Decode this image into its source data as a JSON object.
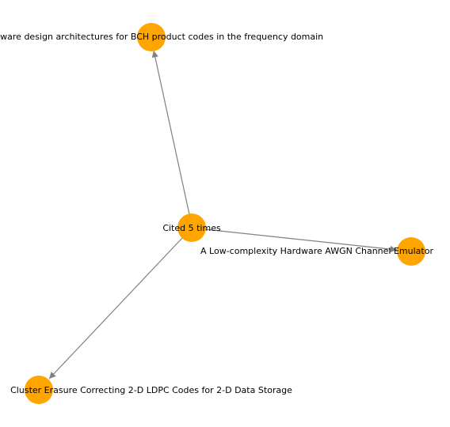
{
  "graph": {
    "node_color": "#FFA500",
    "edge_color": "#808080",
    "label_color": "#000000",
    "nodes": [
      {
        "id": "center",
        "label": "Cited 5 times"
      },
      {
        "id": "top",
        "label": "Hardware design architectures for BCH product codes in the frequency domain"
      },
      {
        "id": "right",
        "label": "A Low-complexity Hardware AWGN Channel Emulator"
      },
      {
        "id": "bottom",
        "label": "Cluster Erasure Correcting 2-D LDPC Codes for 2-D Data Storage"
      }
    ],
    "edges": [
      {
        "from": "center",
        "to": "top"
      },
      {
        "from": "center",
        "to": "right"
      },
      {
        "from": "center",
        "to": "bottom"
      }
    ]
  }
}
